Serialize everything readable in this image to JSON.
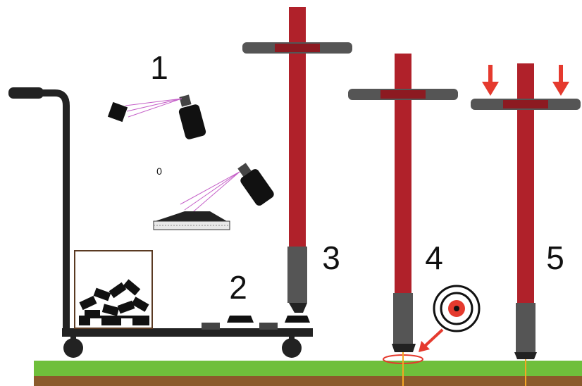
{
  "steps": {
    "step1": "1",
    "step2": "2",
    "step3": "3",
    "step4": "4",
    "step5": "5"
  },
  "sub_label": "0",
  "colors": {
    "pole": "#b0212a",
    "pole_dark": "#8c1a21",
    "handle": "#555555",
    "cart": "#222222",
    "spray": "#c560c8",
    "arrow": "#e53a2e",
    "grass": "#6fbf3b",
    "soil": "#8b5a2b",
    "ground_line": "#f5a623"
  }
}
